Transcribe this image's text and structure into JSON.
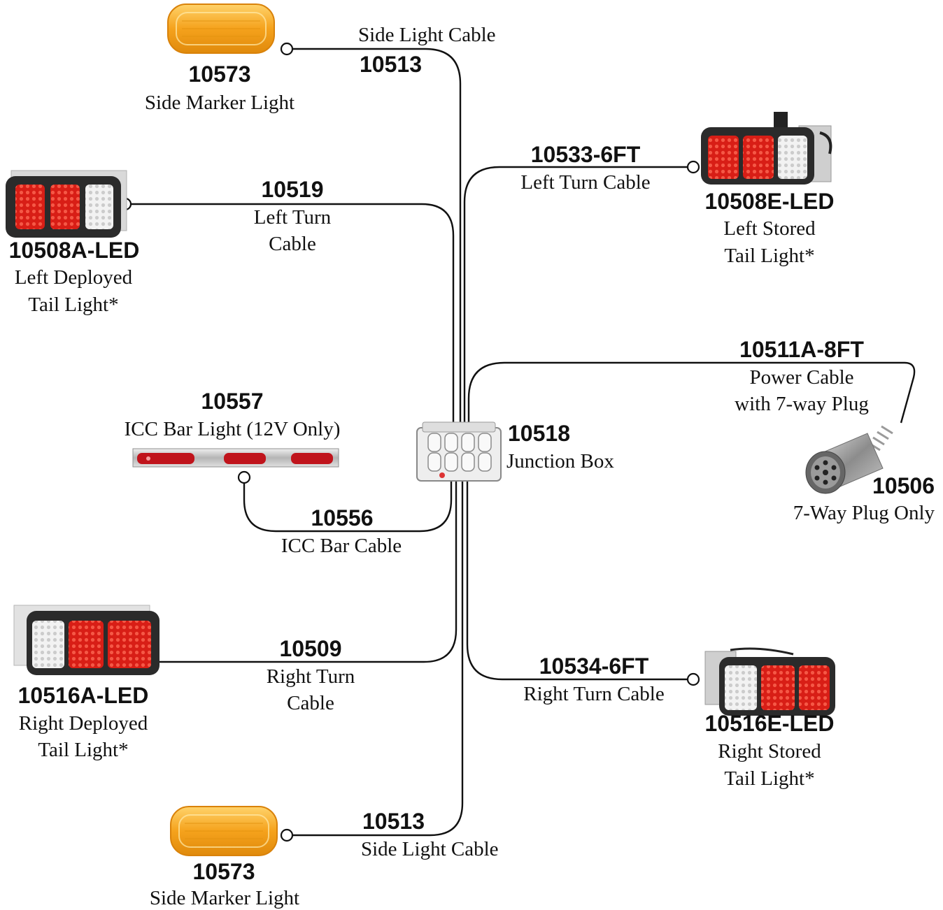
{
  "colors": {
    "wire": "#111111",
    "amber": "#f5a21c",
    "amber_light": "#ffd36b",
    "lens_red": "#d81e16",
    "lens_white": "#f2f2f2",
    "housing": "#2b2b2b",
    "bracket": "#c9c9c9"
  },
  "components": {
    "side_marker_top": {
      "part": "10573",
      "name": "Side Marker Light",
      "icon": "amber-marker-light-icon"
    },
    "side_cable_top": {
      "part": "10513",
      "name": "Side Light Cable"
    },
    "left_deployed": {
      "part": "10508A-LED",
      "name_line1": "Left Deployed",
      "name_line2": "Tail Light*",
      "icon": "tail-light-icon"
    },
    "left_turn_cable": {
      "part": "10519",
      "name_line1": "Left Turn",
      "name_line2": "Cable"
    },
    "left_turn_cable_6ft": {
      "part": "10533-6FT",
      "name": "Left Turn Cable"
    },
    "left_stored": {
      "part": "10508E-LED",
      "name_line1": "Left Stored",
      "name_line2": "Tail Light*",
      "icon": "tail-light-icon"
    },
    "power_cable": {
      "part": "10511A-8FT",
      "name_line1": "Power Cable",
      "name_line2": "with 7-way Plug"
    },
    "plug": {
      "part": "10506",
      "name": "7-Way Plug Only",
      "icon": "seven-way-plug-icon"
    },
    "icc_bar_light": {
      "part": "10557",
      "name": "ICC Bar Light (12V Only)",
      "icon": "icc-bar-light-icon"
    },
    "junction_box": {
      "part": "10518",
      "name": "Junction Box",
      "icon": "junction-box-icon"
    },
    "icc_bar_cable": {
      "part": "10556",
      "name": "ICC Bar Cable"
    },
    "right_deployed": {
      "part": "10516A-LED",
      "name_line1": "Right Deployed",
      "name_line2": "Tail Light*",
      "icon": "tail-light-icon"
    },
    "right_turn_cable": {
      "part": "10509",
      "name_line1": "Right Turn",
      "name_line2": "Cable"
    },
    "right_turn_cable_6ft": {
      "part": "10534-6FT",
      "name": "Right Turn Cable"
    },
    "right_stored": {
      "part": "10516E-LED",
      "name_line1": "Right Stored",
      "name_line2": "Tail Light*",
      "icon": "tail-light-icon"
    },
    "side_cable_bottom": {
      "part": "10513",
      "name": "Side Light Cable"
    },
    "side_marker_bottom": {
      "part": "10573",
      "name": "Side Marker Light",
      "icon": "amber-marker-light-icon"
    }
  }
}
